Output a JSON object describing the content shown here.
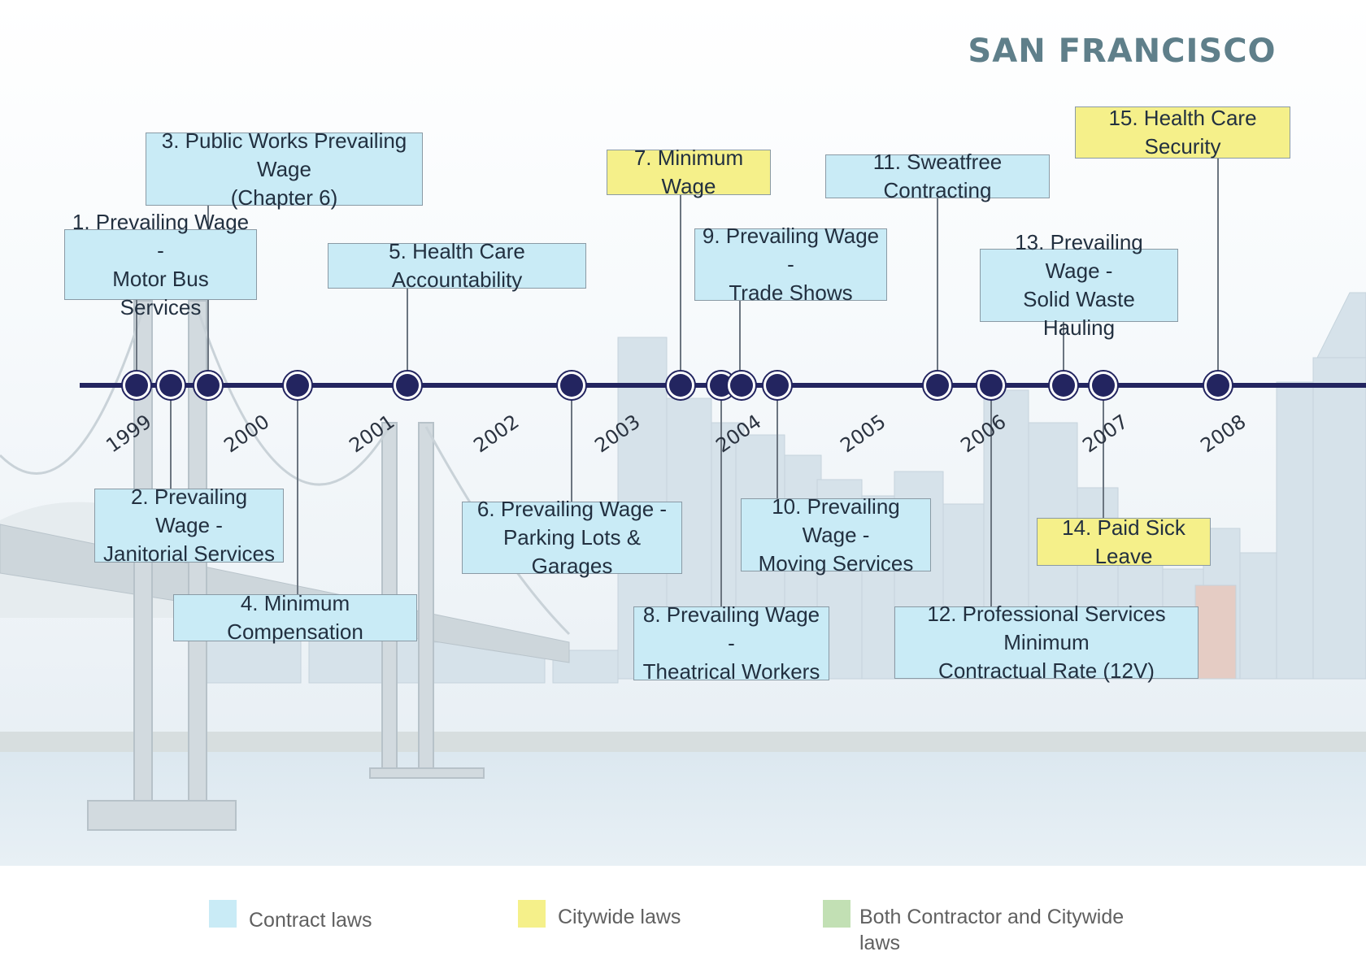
{
  "header": {
    "title": "SAN FRANCISCO"
  },
  "colors": {
    "contract": "#c9ebf6",
    "citywide": "#f5f08a",
    "both": "#c2e0b4",
    "timeline": "#232560",
    "title": "#5f7f8a"
  },
  "years": [
    "1999",
    "2000",
    "2001",
    "2002",
    "2003",
    "2004",
    "2005",
    "2006",
    "2007",
    "2008"
  ],
  "laws": [
    {
      "label": "1. Prevailing Wage -\nMotor Bus Services",
      "type": "contract"
    },
    {
      "label": "2. Prevailing Wage -\nJanitorial Services",
      "type": "contract"
    },
    {
      "label": "3. Public Works Prevailing Wage\n(Chapter 6)",
      "type": "contract"
    },
    {
      "label": "4. Minimum Compensation",
      "type": "contract"
    },
    {
      "label": "5. Health Care Accountability",
      "type": "contract"
    },
    {
      "label": "6. Prevailing Wage -\nParking Lots & Garages",
      "type": "contract"
    },
    {
      "label": "7. Minimum Wage",
      "type": "citywide"
    },
    {
      "label": "8. Prevailing Wage -\nTheatrical Workers",
      "type": "contract"
    },
    {
      "label": "9. Prevailing Wage -\nTrade Shows",
      "type": "contract"
    },
    {
      "label": "10. Prevailing Wage -\nMoving Services",
      "type": "contract"
    },
    {
      "label": "11. Sweatfree Contracting",
      "type": "contract"
    },
    {
      "label": "12. Professional Services Minimum\nContractual Rate (12V)",
      "type": "contract"
    },
    {
      "label": "13. Prevailing Wage -\nSolid Waste Hauling",
      "type": "contract"
    },
    {
      "label": "14. Paid Sick Leave",
      "type": "citywide"
    },
    {
      "label": "15. Health Care Security",
      "type": "citywide"
    }
  ],
  "legend": [
    {
      "label": "Contract laws",
      "type": "contract"
    },
    {
      "label": "Citywide laws",
      "type": "citywide"
    },
    {
      "label": "Both Contractor and Citywide\nlaws",
      "type": "both"
    }
  ]
}
